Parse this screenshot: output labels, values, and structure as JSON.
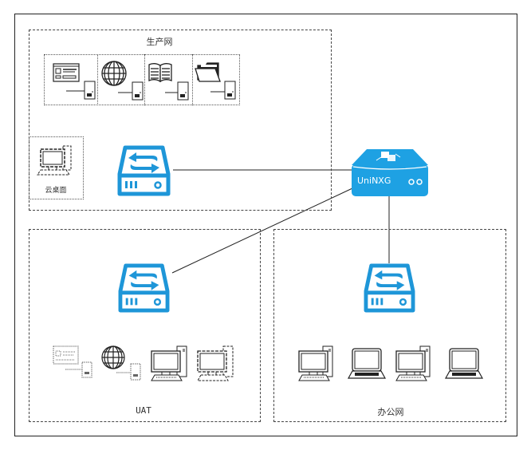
{
  "zones": {
    "production": {
      "label": "生产网"
    },
    "uat": {
      "label": "UAT"
    },
    "office": {
      "label": "办公网"
    }
  },
  "cloud_desktop": {
    "label": "云桌面"
  },
  "gateway": {
    "label": "UniNXG"
  },
  "colors": {
    "accent": "#1e96d8",
    "gateway": "#1ea1e3",
    "line": "#222222"
  },
  "production_services": [
    {
      "icon": "web-page-icon"
    },
    {
      "icon": "globe-icon"
    },
    {
      "icon": "book-icon"
    },
    {
      "icon": "folder-icon"
    }
  ],
  "uat_devices": [
    {
      "icon": "web-page-icon"
    },
    {
      "icon": "globe-icon"
    },
    {
      "icon": "desktop-computer-icon"
    },
    {
      "icon": "cloud-desktop-icon"
    }
  ],
  "office_devices": [
    {
      "icon": "desktop-computer-icon"
    },
    {
      "icon": "laptop-icon"
    },
    {
      "icon": "desktop-computer-icon"
    },
    {
      "icon": "laptop-icon"
    }
  ]
}
